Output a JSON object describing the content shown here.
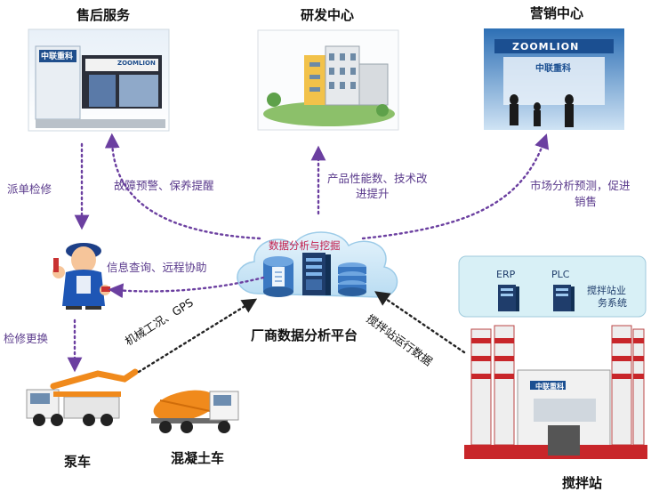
{
  "nodes": {
    "after_sales": "售后服务",
    "rd_center": "研发中心",
    "marketing": "营销中心",
    "platform": "厂商数据分析平台",
    "cloud_label": "数据分析与挖掘",
    "pump_truck": "泵车",
    "mixer_truck": "混凝土车",
    "mixing_station": "搅拌站"
  },
  "flows": {
    "dispatch_repair": "派单检修",
    "fault_warning": "故障预警、保养提醒",
    "product_perf_1": "产品性能数、技术改",
    "product_perf_2": "进提升",
    "market_1": "市场分析预测，促进",
    "market_2": "销售",
    "info_query": "信息查询、远程协助",
    "repair_replace": "检修更换",
    "machine_status": "机械工况、GPS",
    "station_data": "搅拌站运行数据"
  },
  "station_panel": {
    "erp": "ERP",
    "plc": "PLC",
    "system_1": "搅拌站业",
    "system_2": "务系统"
  },
  "brand": {
    "logo_text": "ZOOMLION",
    "logo_cn": "中联重科"
  },
  "colors": {
    "arrow_purple": "#6b3fa0",
    "arrow_black": "#222222",
    "cloud_blue": "#c9e6f7",
    "panel_bg": "#d8f0f6"
  }
}
